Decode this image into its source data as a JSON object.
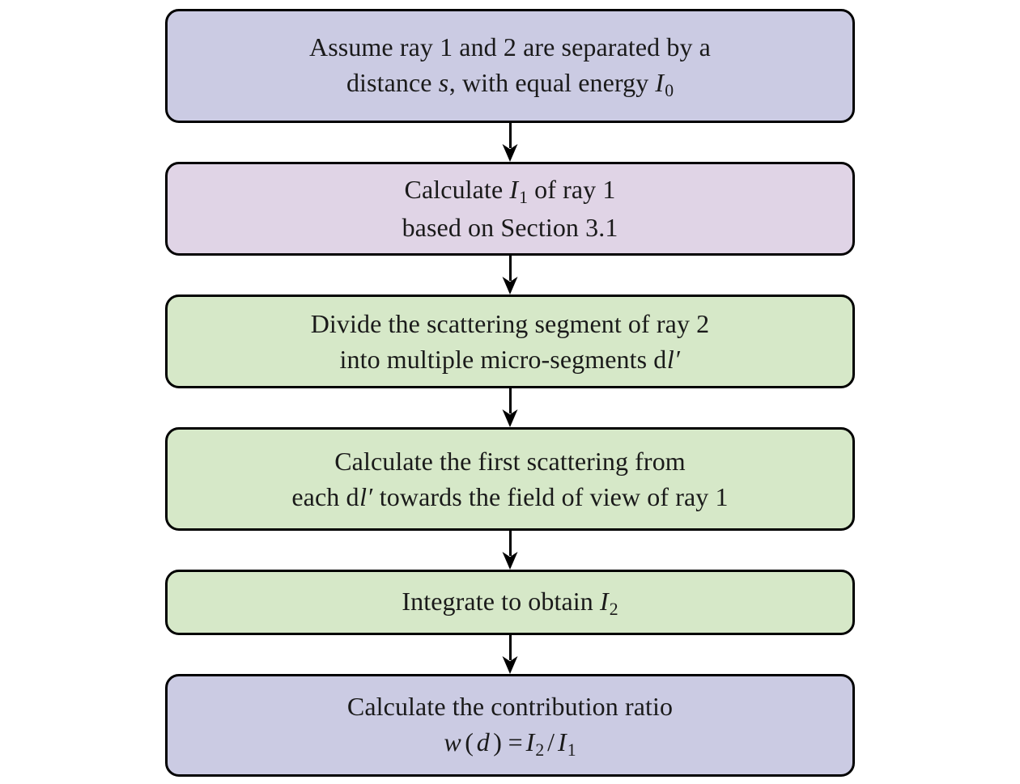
{
  "diagram": {
    "title": "Two-ray crosstalk contribution ratio computation flowchart",
    "type": "flowchart",
    "orientation": "top-to-bottom",
    "colors": {
      "blue_fill": "#cbcbe3",
      "pink_fill": "#e0d4e6",
      "green_fill": "#d6e8c8",
      "border": "#000000",
      "text": "#1a1a1a",
      "background": "#ffffff"
    },
    "nodes": [
      {
        "id": "node-assume-rays",
        "fill": "#cbcbe3",
        "lines": [
          {
            "parts": [
              {
                "text": "Assume ray 1 and 2 are separated by a",
                "style": "roman"
              }
            ]
          },
          {
            "parts": [
              {
                "text": "distance ",
                "style": "roman"
              },
              {
                "text": "s",
                "style": "italic"
              },
              {
                "text": ", with equal energy ",
                "style": "roman"
              },
              {
                "text": "I",
                "style": "italic"
              },
              {
                "text": "0",
                "style": "subscript"
              }
            ]
          }
        ]
      },
      {
        "id": "node-calculate-i1",
        "fill": "#e0d4e6",
        "lines": [
          {
            "parts": [
              {
                "text": "Calculate ",
                "style": "roman"
              },
              {
                "text": "I",
                "style": "italic"
              },
              {
                "text": "1",
                "style": "subscript"
              },
              {
                "text": " of ray 1",
                "style": "roman"
              }
            ]
          },
          {
            "parts": [
              {
                "text": "based on Section 3.1",
                "style": "roman"
              }
            ]
          }
        ]
      },
      {
        "id": "node-divide-segment",
        "fill": "#d6e8c8",
        "lines": [
          {
            "parts": [
              {
                "text": "Divide the scattering segment of ray 2",
                "style": "roman"
              }
            ]
          },
          {
            "parts": [
              {
                "text": "into multiple micro-segments d",
                "style": "roman"
              },
              {
                "text": "l′",
                "style": "italic"
              }
            ]
          }
        ]
      },
      {
        "id": "node-first-scattering",
        "fill": "#d6e8c8",
        "lines": [
          {
            "parts": [
              {
                "text": "Calculate the first scattering from",
                "style": "roman"
              }
            ]
          },
          {
            "parts": [
              {
                "text": "each d",
                "style": "roman"
              },
              {
                "text": "l′",
                "style": "italic"
              },
              {
                "text": " towards the field of view of ray 1",
                "style": "roman"
              }
            ]
          }
        ]
      },
      {
        "id": "node-integrate-i2",
        "fill": "#d6e8c8",
        "lines": [
          {
            "parts": [
              {
                "text": "Integrate to obtain ",
                "style": "roman"
              },
              {
                "text": "I",
                "style": "italic"
              },
              {
                "text": "2",
                "style": "subscript"
              }
            ]
          }
        ]
      },
      {
        "id": "node-contribution-ratio",
        "fill": "#cbcbe3",
        "lines": [
          {
            "parts": [
              {
                "text": "Calculate the contribution ratio",
                "style": "roman"
              }
            ]
          },
          {
            "parts": [
              {
                "text": "w",
                "style": "italic"
              },
              {
                "text": "(",
                "style": "operator"
              },
              {
                "text": "d",
                "style": "italic"
              },
              {
                "text": ")",
                "style": "operator"
              },
              {
                "text": "=",
                "style": "operator"
              },
              {
                "text": "I",
                "style": "italic"
              },
              {
                "text": "2",
                "style": "subscript"
              },
              {
                "text": "/",
                "style": "operator"
              },
              {
                "text": "I",
                "style": "italic"
              },
              {
                "text": "1",
                "style": "subscript"
              }
            ]
          }
        ]
      }
    ],
    "connectors": [
      {
        "id": "arrow-1",
        "from": "node-assume-rays",
        "to": "node-calculate-i1",
        "kind": "arrow-down"
      },
      {
        "id": "arrow-2",
        "from": "node-calculate-i1",
        "to": "node-divide-segment",
        "kind": "arrow-down"
      },
      {
        "id": "arrow-3",
        "from": "node-divide-segment",
        "to": "node-first-scattering",
        "kind": "arrow-down"
      },
      {
        "id": "arrow-4",
        "from": "node-first-scattering",
        "to": "node-integrate-i2",
        "kind": "arrow-down"
      },
      {
        "id": "arrow-5",
        "from": "node-integrate-i2",
        "to": "node-contribution-ratio",
        "kind": "arrow-down"
      }
    ]
  }
}
